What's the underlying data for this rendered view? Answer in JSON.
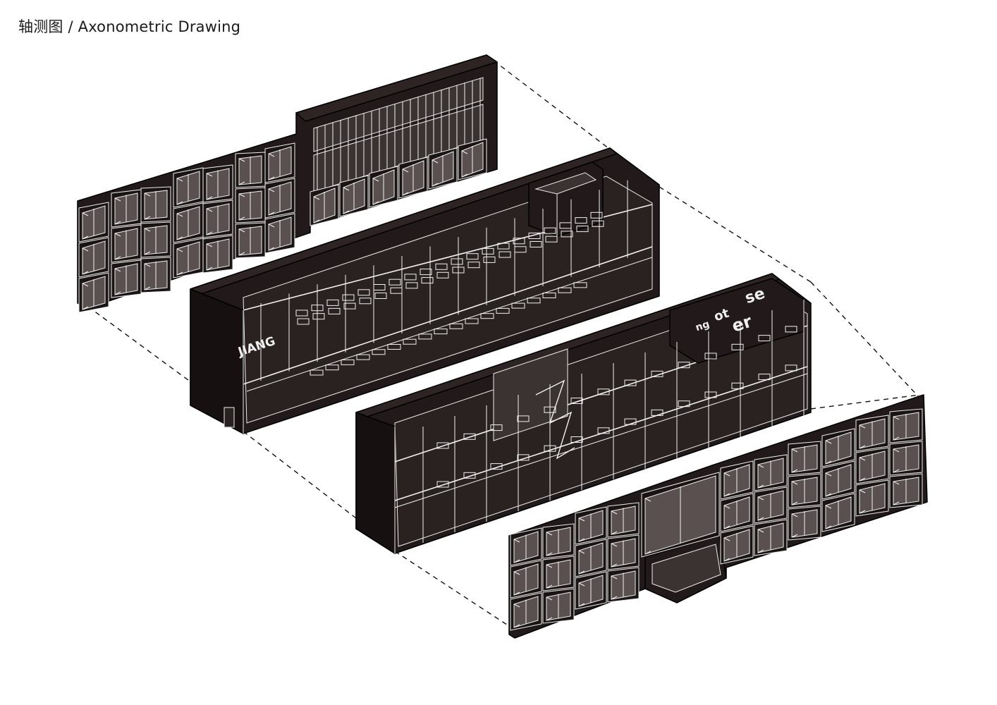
{
  "caption": "轴测图 / Axonometric Drawing",
  "signage": {
    "upper_block": "JIANG",
    "lower_block": [
      "se",
      "ot",
      "ng",
      "er"
    ]
  },
  "colors": {
    "mass": "#221a1a",
    "glass": "#5a5050",
    "linework": "#f2f2f2",
    "background": "#ffffff"
  }
}
